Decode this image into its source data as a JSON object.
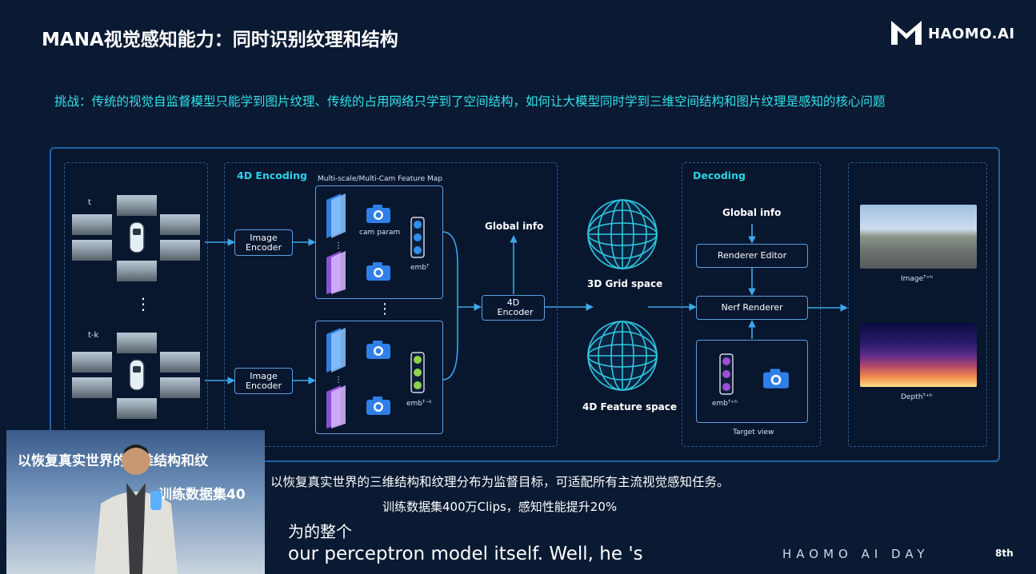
{
  "slide": {
    "title": "MANA视觉感知能力：同时识别纹理和结构",
    "logo_text": "HAOMO.AI",
    "challenge": "挑战：传统的视觉自监督模型只能学到图片纹理、传统的占用网络只学到了空间结构，如何让大模型同时学到三维空间结构和图片纹理是感知的核心问题"
  },
  "diagram": {
    "input": {
      "time_t": "t",
      "time_tk": "t-k",
      "ellipsis": "⋮"
    },
    "encoding": {
      "label": "4D Encoding",
      "image_encoder": "Image Encoder",
      "feature_map_label": "Multi-scale/Multi-Cam Feature Map",
      "cam_param": "cam param",
      "emb_t": "embᵀ",
      "emb_tk": "embᵀ⁻ᵏ",
      "encoder_4d": "4D Encoder",
      "global_info": "Global info"
    },
    "spaces": {
      "grid": "3D Grid space",
      "feature": "4D Feature space"
    },
    "decoding": {
      "label": "Decoding",
      "global_info": "Global info",
      "renderer_editor": "Renderer Editor",
      "nerf_renderer": "Nerf Renderer",
      "emb_th": "embᵀ⁺ʰ",
      "target_view": "Target view"
    },
    "outputs": {
      "image": "Imageᵀ⁺ʰ",
      "depth": "Depthᵀ⁺ʰ"
    }
  },
  "subtitles": {
    "line1": "以恢复真实世界的三维结构和纹理分布为监督目标，可适配所有主流视觉感知任务。",
    "line2": "训练数据集400万Clips，感知性能提升20%",
    "pip_line1": "以恢复真实世界的三维结构和纹",
    "pip_line2": "训练数据集40"
  },
  "captions": {
    "cn": "为的整个",
    "en": "our perceptron model itself. Well, he 's"
  },
  "footer": {
    "event": "HAOMO AI DAY",
    "edition": "8th"
  },
  "colors": {
    "accent_cyan": "#2cd2e6",
    "frame_blue": "#1e62a8",
    "camera_blue": "#2f7fe8",
    "background": "#0a1a33"
  }
}
